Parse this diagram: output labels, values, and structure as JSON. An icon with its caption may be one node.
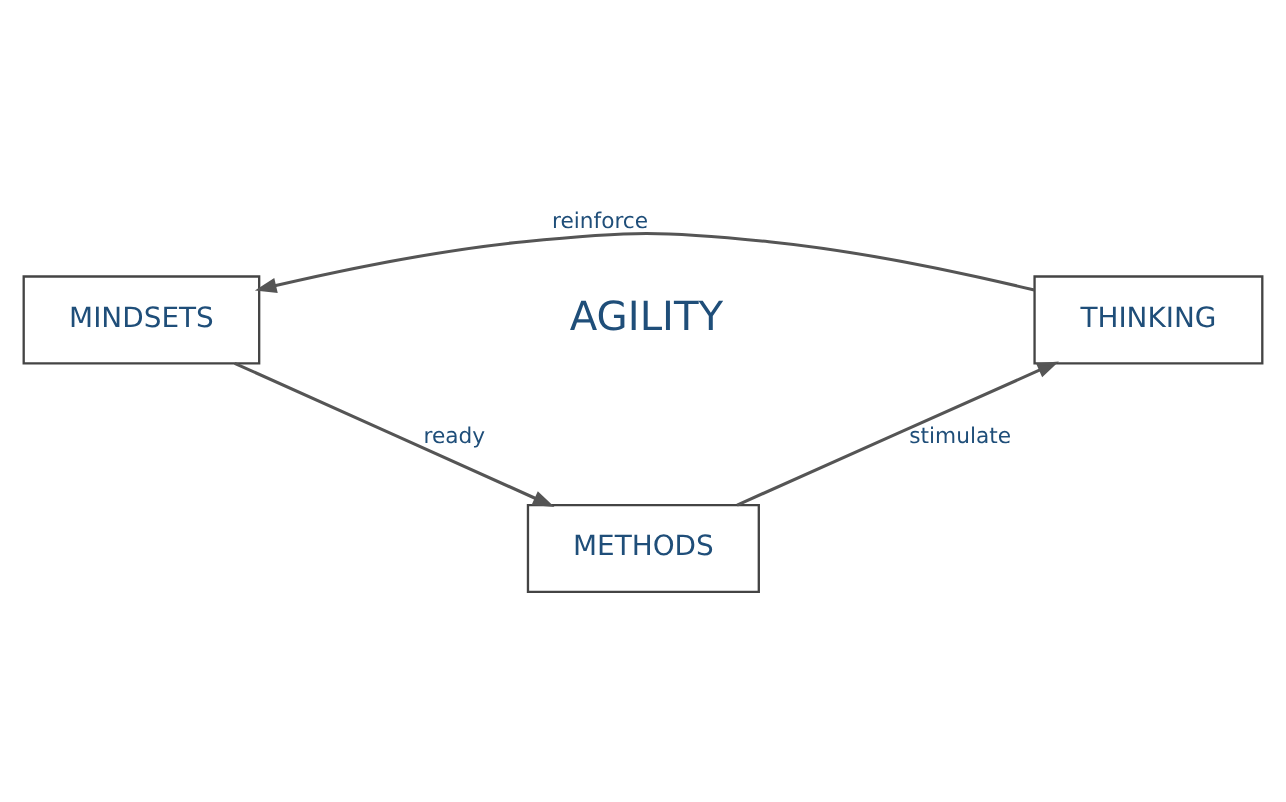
{
  "diagram": {
    "nodes": [
      {
        "text": [
          "MINDSETS"
        ]
      },
      {
        "text": [
          "THINKING"
        ]
      },
      {
        "text": [
          "METHODS"
        ]
      }
    ],
    "edges": [
      {
        "from": 1,
        "to": 0,
        "arrow": "to",
        "label": "reinforce"
      },
      {
        "from": 0,
        "to": 2,
        "arrow": "to",
        "label": "ready"
      },
      {
        "from": 2,
        "to": 1,
        "arrow": "to",
        "label": "stimulate"
      }
    ],
    "labels": [
      "AGILITY"
    ]
  }
}
